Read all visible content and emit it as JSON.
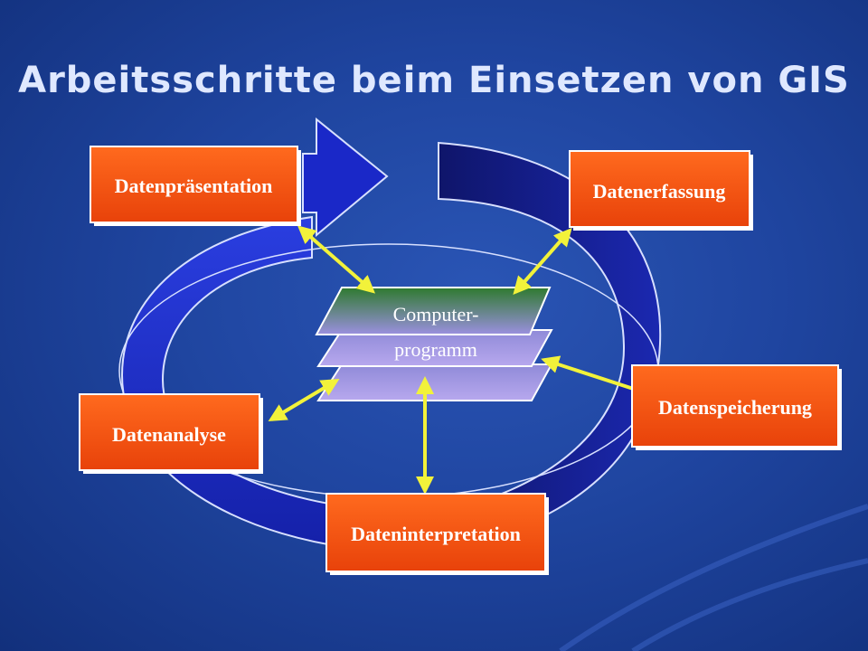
{
  "title": "Arbeitsschritte beim Einsetzen von GIS",
  "center": {
    "line1": "Computer-",
    "line2": "programm"
  },
  "steps": [
    {
      "id": "praesentation",
      "label": "Datenpräsentation"
    },
    {
      "id": "erfassung",
      "label": "Datenerfassung"
    },
    {
      "id": "speicherung",
      "label": "Datenspeicherung"
    },
    {
      "id": "interpretation",
      "label": "Dateninterpretation"
    },
    {
      "id": "analyse",
      "label": "Datenanalyse"
    }
  ],
  "colors": {
    "box_fill": "#ff5a14",
    "box_fill_dark": "#d83a05",
    "arrow": "#f2f23a",
    "cycle_band": "#1a28c8",
    "cycle_band_dark": "#0d1677",
    "layer_fill": "#9b90e0",
    "layer_top": "#3a7a3a"
  }
}
